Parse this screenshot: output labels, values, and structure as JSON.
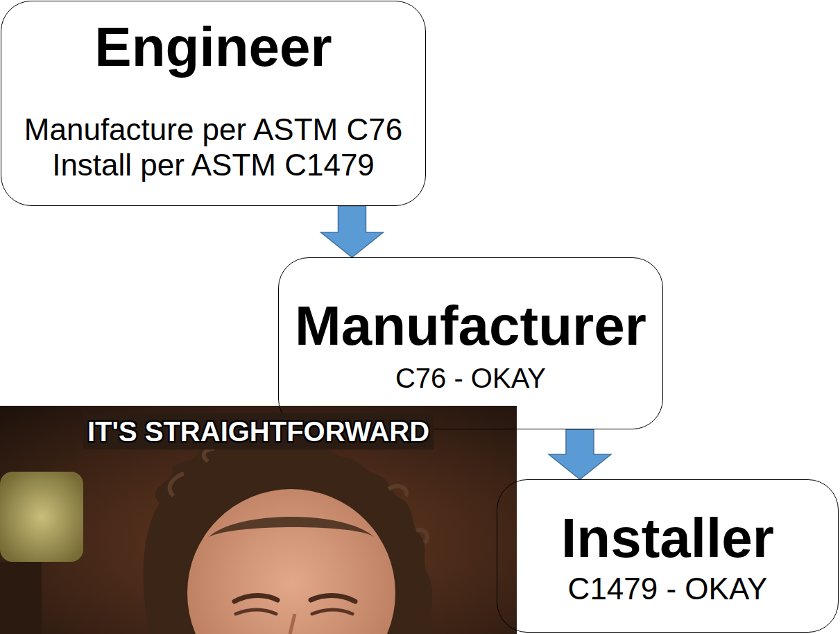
{
  "diagram": {
    "nodes": [
      {
        "text": [
          "Engineer",
          "Manufacture per ASTM C76 Install per ASTM C1479"
        ]
      },
      {
        "text": [
          "Manufacturer",
          "C76 - OKAY"
        ]
      },
      {
        "text": [
          "Installer",
          "C1479 - OKAY"
        ]
      }
    ],
    "edges": [
      {
        "from": 0,
        "to": 1,
        "arrow": "to"
      },
      {
        "from": 1,
        "to": 2,
        "arrow": "to"
      }
    ],
    "labels": [
      "IT'S STRAIGHTFORWARD"
    ]
  }
}
